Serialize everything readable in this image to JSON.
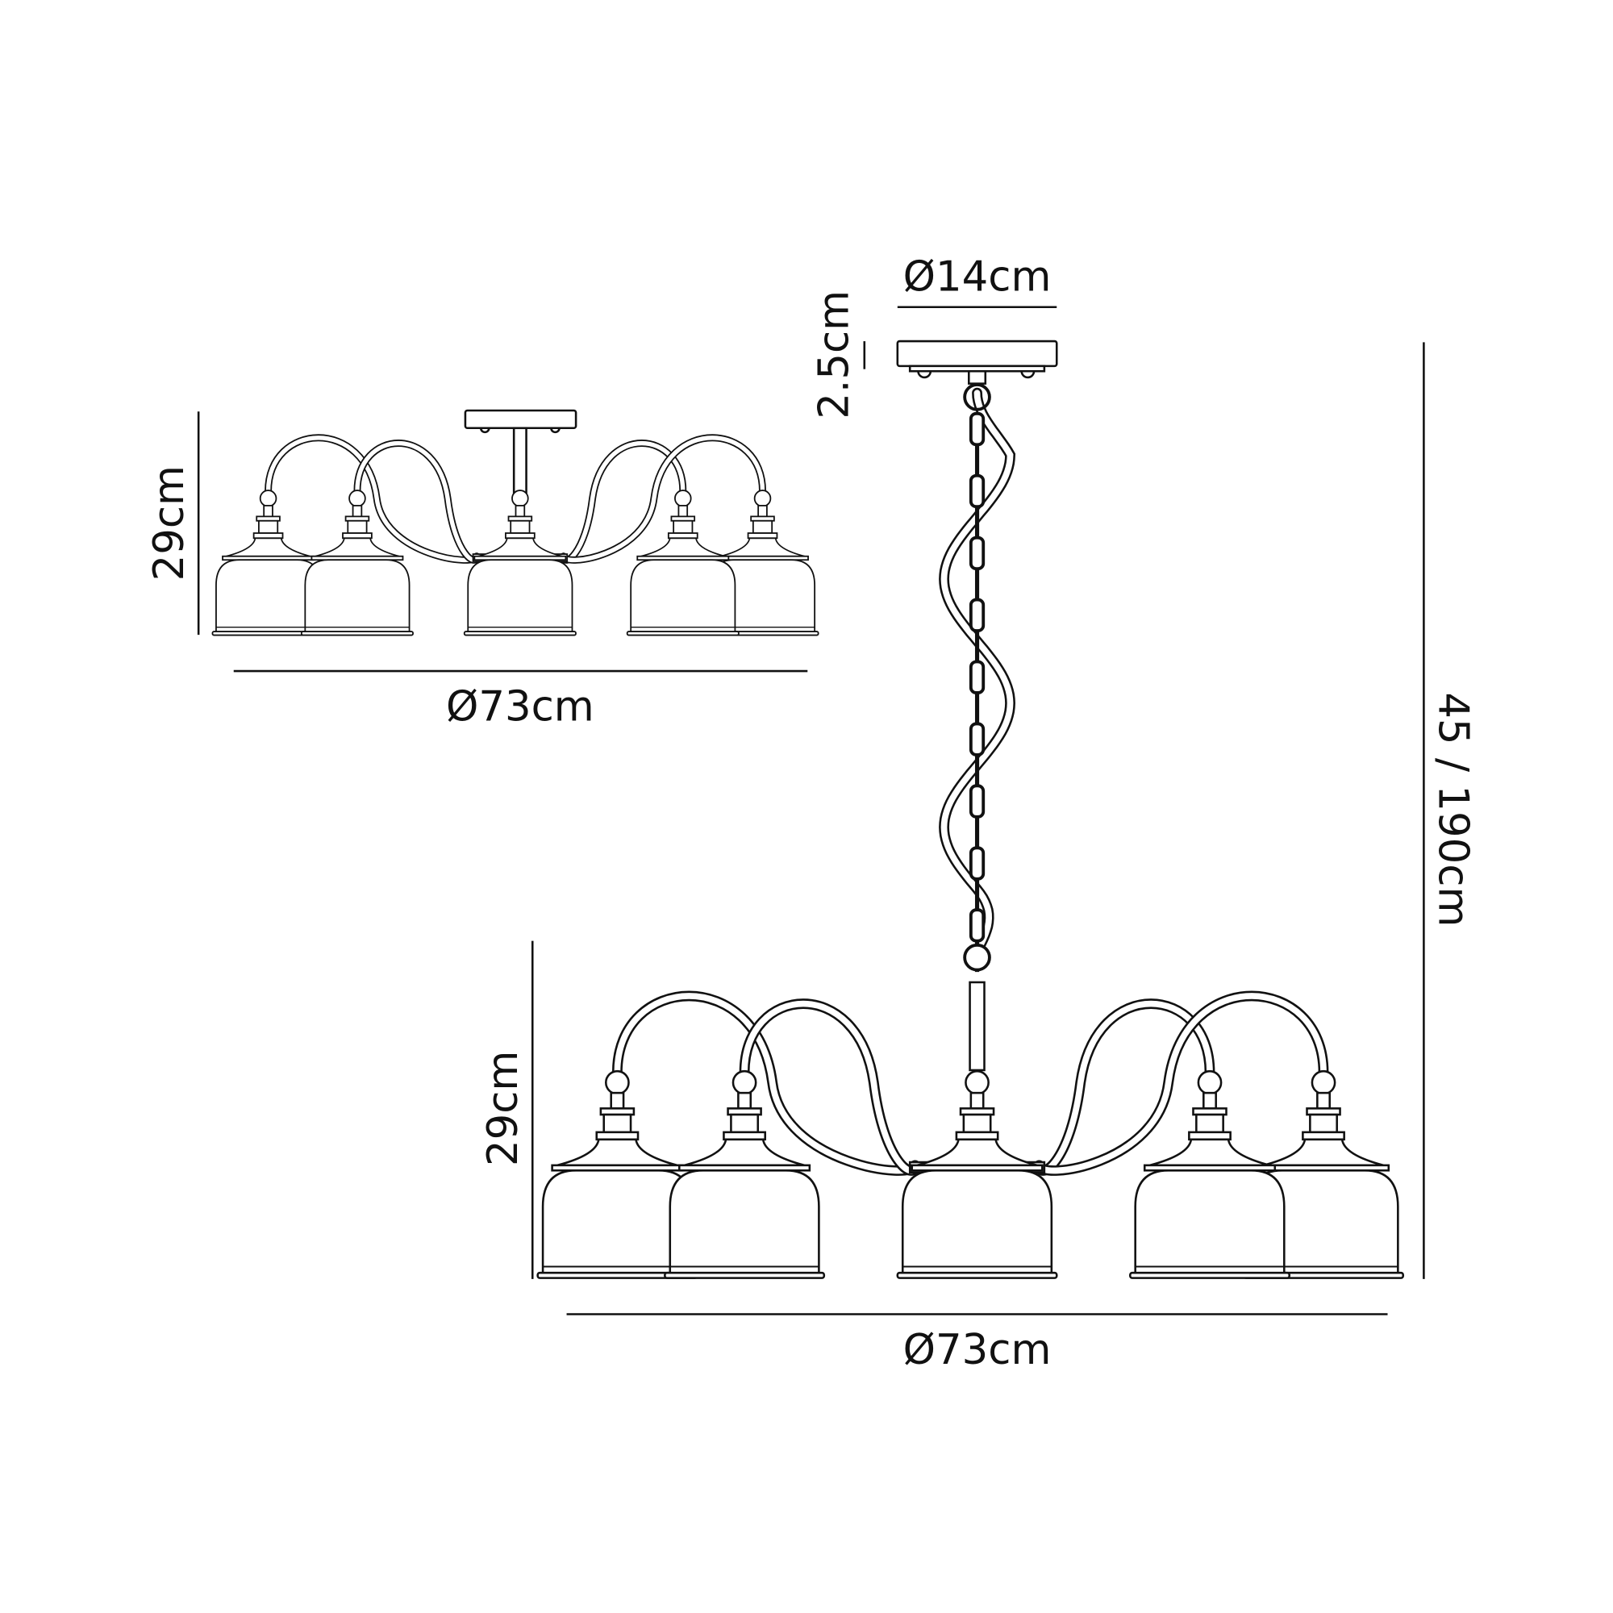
{
  "flush_view": {
    "height_label": "29cm",
    "diameter_label": "Ø73cm"
  },
  "pendant_view": {
    "canopy_diameter_label": "Ø14cm",
    "canopy_height_label": "2.5cm",
    "overall_height_label": "45 / 190cm",
    "height_label": "29cm",
    "diameter_label": "Ø73cm"
  },
  "colors": {
    "line": "#111111",
    "background": "#ffffff"
  }
}
